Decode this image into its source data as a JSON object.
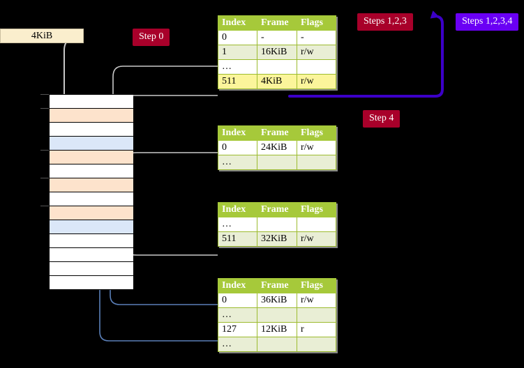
{
  "diagram": {
    "title_badges": [
      {
        "name": "step-0",
        "label": "Step 0",
        "color": "#a8002a"
      },
      {
        "name": "steps-123",
        "label": "Steps 1,2,3",
        "color": "#a8002a"
      },
      {
        "name": "steps-1234",
        "label": "Steps 1,2,3,4",
        "color": "#6a00f4"
      },
      {
        "name": "step-4",
        "label": "Step 4",
        "color": "#a8002a"
      }
    ],
    "memory_label": {
      "label": "4KiB"
    },
    "colors": {
      "header_green": "#a6c93a",
      "row_alt": "#e9eed5",
      "highlight_yellow": "#fbf59b",
      "frame_orange": "#fde3cc",
      "frame_blue": "#dbe7f8",
      "label_cream": "#faeecd",
      "badge_red": "#a8002a",
      "badge_purple": "#6a00f4",
      "wire_gray": "#b8b8b8",
      "wire_blue": "#5a7fb8"
    },
    "memory_rows": [
      {
        "fill": "plain",
        "tick": true
      },
      {
        "fill": "orange",
        "tick": true
      },
      {
        "fill": "plain",
        "tick": false
      },
      {
        "fill": "blue",
        "tick": false
      },
      {
        "fill": "orange",
        "tick": true
      },
      {
        "fill": "plain",
        "tick": false
      },
      {
        "fill": "orange",
        "tick": true
      },
      {
        "fill": "plain",
        "tick": false
      },
      {
        "fill": "orange",
        "tick": true
      },
      {
        "fill": "blue",
        "tick": false
      },
      {
        "fill": "plain",
        "tick": false
      },
      {
        "fill": "plain",
        "tick": false
      },
      {
        "fill": "plain",
        "tick": false
      },
      {
        "fill": "plain",
        "tick": false
      }
    ],
    "tables": [
      {
        "name": "page-table-level-1",
        "columns": [
          "Index",
          "Frame",
          "Flags"
        ],
        "rows": [
          {
            "style": "rw",
            "cells": [
              "0",
              "-",
              "-"
            ],
            "highlight": []
          },
          {
            "style": "alt",
            "cells": [
              "1",
              "16KiB",
              "r/w"
            ],
            "highlight": []
          },
          {
            "style": "rw",
            "cells": [
              "…",
              "",
              ""
            ],
            "highlight": []
          },
          {
            "style": "alt",
            "cells": [
              "511",
              "4KiB",
              "r/w"
            ],
            "highlight": [
              0,
              1,
              2
            ]
          }
        ]
      },
      {
        "name": "page-table-level-2",
        "columns": [
          "Index",
          "Frame",
          "Flags"
        ],
        "rows": [
          {
            "style": "rw",
            "cells": [
              "0",
              "24KiB",
              "r/w"
            ],
            "highlight": []
          },
          {
            "style": "alt",
            "cells": [
              "…",
              "",
              ""
            ],
            "highlight": []
          }
        ]
      },
      {
        "name": "page-table-level-3",
        "columns": [
          "Index",
          "Frame",
          "Flags"
        ],
        "rows": [
          {
            "style": "rw",
            "cells": [
              "…",
              "",
              ""
            ],
            "highlight": []
          },
          {
            "style": "alt",
            "cells": [
              "511",
              "32KiB",
              "r/w"
            ],
            "highlight": []
          }
        ]
      },
      {
        "name": "page-table-level-4",
        "columns": [
          "Index",
          "Frame",
          "Flags"
        ],
        "rows": [
          {
            "style": "rw",
            "cells": [
              "0",
              "36KiB",
              "r/w"
            ],
            "highlight": []
          },
          {
            "style": "alt",
            "cells": [
              "…",
              "",
              ""
            ],
            "highlight": []
          },
          {
            "style": "rw",
            "cells": [
              "127",
              "12KiB",
              "r"
            ],
            "highlight": []
          },
          {
            "style": "alt",
            "cells": [
              "…",
              "",
              ""
            ],
            "highlight": []
          }
        ]
      }
    ]
  }
}
